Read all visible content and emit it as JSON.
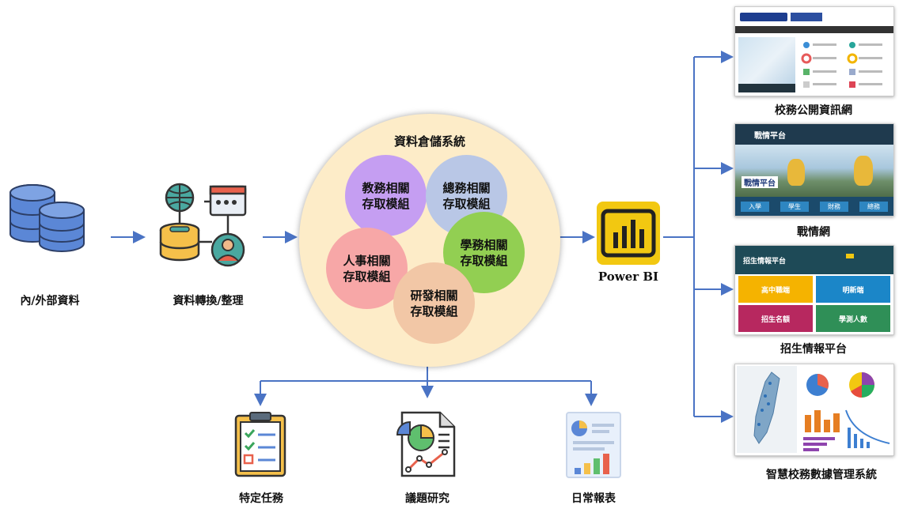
{
  "sources": {
    "label": "內/外部資料"
  },
  "etl": {
    "label": "資料轉換/整理"
  },
  "warehouse": {
    "title": "資料倉儲系統",
    "modules": [
      {
        "line1": "教務相關",
        "line2": "存取模組",
        "color": "#c59ef2"
      },
      {
        "line1": "總務相關",
        "line2": "存取模組",
        "color": "#b9c7e6"
      },
      {
        "line1": "學務相關",
        "line2": "存取模組",
        "color": "#92cf52"
      },
      {
        "line1": "人事相關",
        "line2": "存取模組",
        "color": "#f7a7a7"
      },
      {
        "line1": "研發相關",
        "line2": "存取模組",
        "color": "#f2c7a6"
      }
    ],
    "bg_color": "#fdecc8"
  },
  "powerbi": {
    "label": "Power BI",
    "color": "#f2c811"
  },
  "outputs": [
    {
      "label": "校務公開資訊網"
    },
    {
      "label": "戰情網"
    },
    {
      "label": "招生情報平台"
    },
    {
      "label": "智慧校務數據管理系統"
    }
  ],
  "thumbnails": {
    "war_room": {
      "banner": "戰情平台",
      "logo_text": "戰情平台",
      "buttons": [
        "入學",
        "學生",
        "財務",
        "總務"
      ]
    },
    "recruit": {
      "banner": "招生情報平台",
      "tiles": [
        "高中職端",
        "明新端",
        "招生名額",
        "學測人數"
      ]
    }
  },
  "bottom": [
    {
      "label": "特定任務"
    },
    {
      "label": "議題研究"
    },
    {
      "label": "日常報表"
    }
  ],
  "arrow_color": "#4a73c4"
}
